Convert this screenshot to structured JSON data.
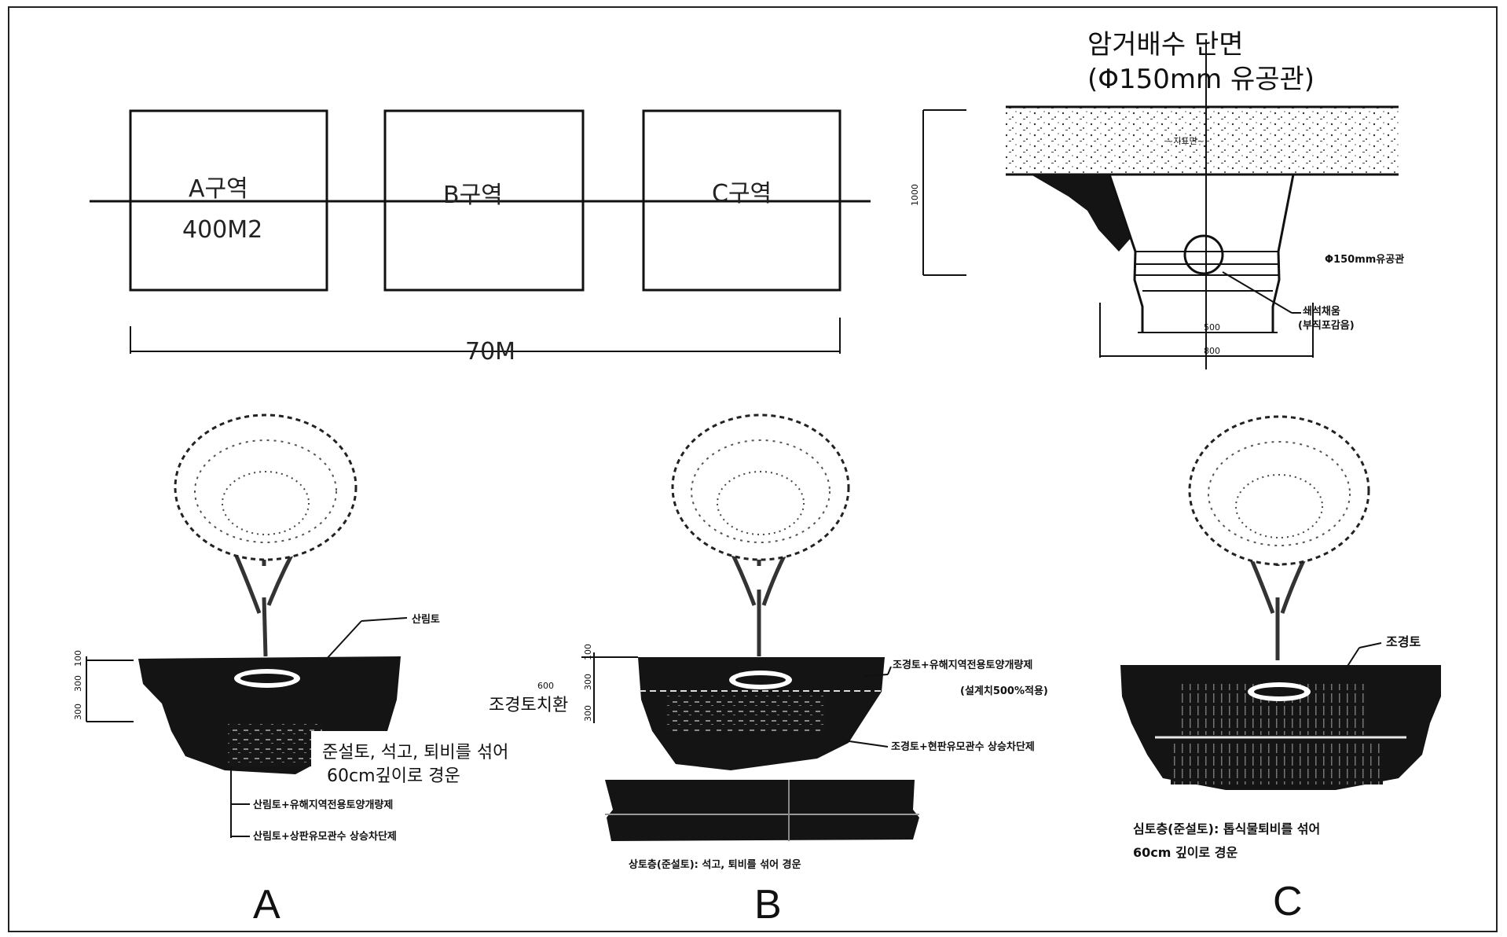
{
  "plan": {
    "zones": [
      {
        "label": "A구역",
        "area": "400M2"
      },
      {
        "label": "B구역",
        "area": ""
      },
      {
        "label": "C구역",
        "area": ""
      }
    ],
    "total_length": "70M"
  },
  "drain_section": {
    "title_line1": "암거배수 단면",
    "title_line2": "(Φ150mm 유공관)",
    "top_layer_label": "~지표면~",
    "depth_label": "1000",
    "pipe_label": "Φ150mm유공관",
    "gravel_label_line1": "쇄석채움",
    "gravel_label_line2": "(부직포감음)",
    "inner_width": "500",
    "outer_width": "800"
  },
  "sections": {
    "a": {
      "letter": "A",
      "top_label": "산림토",
      "note_line1": "준설토, 석고, 퇴비를 섞어",
      "note_line2": "60cm깊이로 경운",
      "bottom_label1": "산림토+유해지역전용토양개량제",
      "bottom_label2": "산림토+상판유모관수 상승차단제",
      "depth_marks": [
        "100",
        "300",
        "300"
      ]
    },
    "b": {
      "letter": "B",
      "replace_depth": "600",
      "replace_label": "조경토치환",
      "top_label": "조경토+유해지역전용토양개량제",
      "top_sub_label": "(설계치500%적용)",
      "mid_label": "조경토+현판유모관수 상승차단제",
      "bottom_label": "상토층(준설토): 석고, 퇴비를 섞어 경운",
      "depth_marks": [
        "100",
        "300",
        "300"
      ]
    },
    "c": {
      "letter": "C",
      "top_label": "조경토",
      "bottom_label_line1": "심토층(준설토): 톱식물퇴비를 섞어",
      "bottom_label_line2": "60cm 깊이로 경운"
    }
  }
}
